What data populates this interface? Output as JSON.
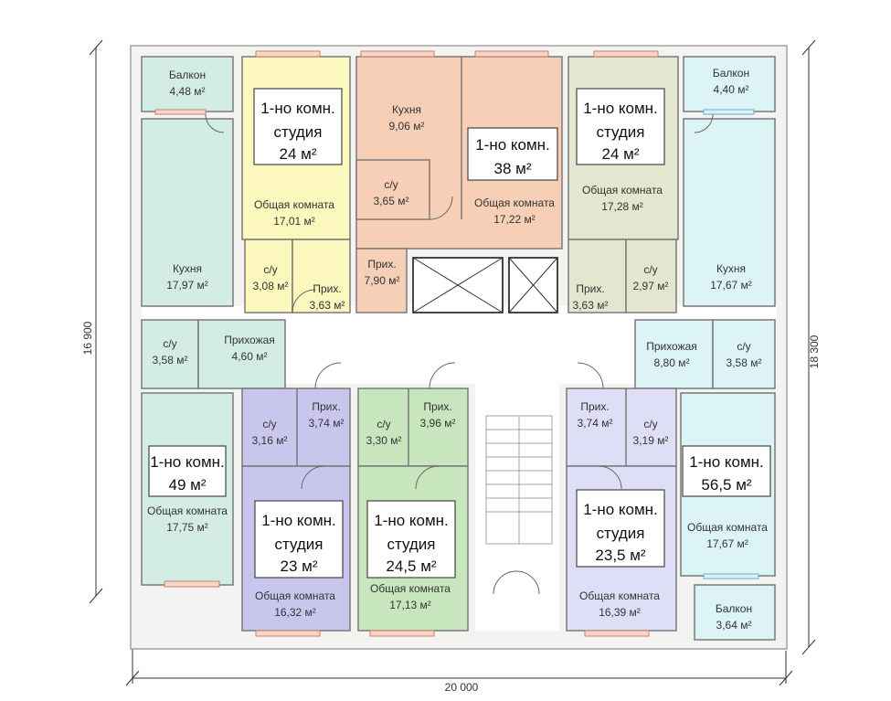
{
  "dimensions": {
    "width": "20 000",
    "height_left": "16 900",
    "height_right": "18 300"
  },
  "rooms": {
    "balcony_tl": {
      "name": "Балкон",
      "area": "4,48 м²"
    },
    "balcony_tr": {
      "name": "Балкон",
      "area": "4,40 м²"
    },
    "balcony_br": {
      "name": "Балкон",
      "area": "3,64 м²"
    },
    "kitchen_left": {
      "name": "Кухня",
      "area": "17,97 м²"
    },
    "kitchen_right": {
      "name": "Кухня",
      "area": "17,67 м²"
    },
    "kitchen_top": {
      "name": "Кухня",
      "area": "9,06 м²"
    },
    "bath_left": {
      "name": "с/у",
      "area": "3,58 м²"
    },
    "bath_right": {
      "name": "с/у",
      "area": "3,58 м²"
    },
    "hall_left": {
      "name": "Прихожая",
      "area": "4,60 м²"
    },
    "hall_right": {
      "name": "Прихожая",
      "area": "8,80 м²"
    },
    "studio_a_living": {
      "name": "Общая комната",
      "area": "17,01 м²"
    },
    "studio_a_bath": {
      "name": "с/у",
      "area": "3,08 м²"
    },
    "studio_a_hall": {
      "name": "Прих.",
      "area": "3,63 м²"
    },
    "apt38_bath": {
      "name": "с/у",
      "area": "3,65 м²"
    },
    "apt38_living": {
      "name": "Общая комната",
      "area": "17,22 м²"
    },
    "apt38_hall": {
      "name": "Прих.",
      "area": "7,90 м²"
    },
    "studio_b_living": {
      "name": "Общая комната",
      "area": "17,28 м²"
    },
    "studio_b_bath": {
      "name": "с/у",
      "area": "2,97 м²"
    },
    "studio_b_hall": {
      "name": "Прих.",
      "area": "3,63 м²"
    },
    "apt49_living": {
      "name": "Общая комната",
      "area": "17,75 м²"
    },
    "apt56_living": {
      "name": "Общая комната",
      "area": "17,67 м²"
    },
    "studio23_bath": {
      "name": "с/у",
      "area": "3,16 м²"
    },
    "studio23_hall": {
      "name": "Прих.",
      "area": "3,74 м²"
    },
    "studio23_living": {
      "name": "Общая комната",
      "area": "16,32 м²"
    },
    "studio245_bath": {
      "name": "с/у",
      "area": "3,30 м²"
    },
    "studio245_hall": {
      "name": "Прих.",
      "area": "3,96 м²"
    },
    "studio245_living": {
      "name": "Общая комната",
      "area": "17,13 м²"
    },
    "studio235_hall": {
      "name": "Прих.",
      "area": "3,74 м²"
    },
    "studio235_bath": {
      "name": "с/у",
      "area": "3,19 м²"
    },
    "studio235_living": {
      "name": "Общая комната",
      "area": "16,39 м²"
    }
  },
  "apartments": {
    "studio_a": {
      "type": "1-но комн.",
      "kind": "студия",
      "area": "24 м²"
    },
    "apt38": {
      "type": "1-но комн.",
      "area": "38 м²"
    },
    "studio_b": {
      "type": "1-но комн.",
      "kind": "студия",
      "area": "24 м²"
    },
    "apt49": {
      "type": "1-но комн.",
      "area": "49 м²"
    },
    "apt56": {
      "type": "1-но комн.",
      "area": "56,5 м²"
    },
    "studio23": {
      "type": "1-но комн.",
      "kind": "студия",
      "area": "23 м²"
    },
    "studio245": {
      "type": "1-но комн.",
      "kind": "студия",
      "area": "24,5 м²"
    },
    "studio235": {
      "type": "1-но комн.",
      "kind": "студия",
      "area": "23,5 м²"
    }
  },
  "colors": {
    "aqua": "#d4ede4",
    "aqua_light": "#dcf4f6",
    "yellow": "#fbf7bd",
    "orange": "#f7cfb6",
    "olive": "#e5e6cf",
    "lavender": "#c9c6ee",
    "lavender_light": "#dedff6",
    "green": "#c7e6bd"
  }
}
